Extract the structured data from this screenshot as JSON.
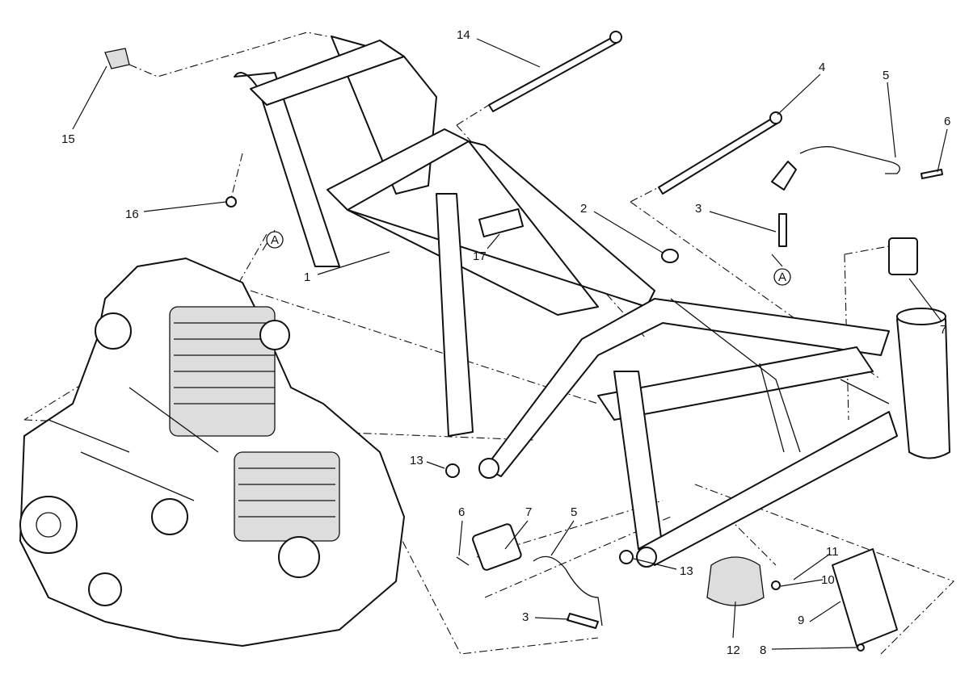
{
  "diagram": {
    "callouts": [
      "1",
      "2",
      "3",
      "4",
      "5",
      "6",
      "7",
      "8",
      "9",
      "10",
      "11",
      "12",
      "13",
      "14",
      "15",
      "16",
      "17",
      "A"
    ],
    "labels": {
      "frame": "1",
      "bush": "2",
      "spark_plug_top": "3",
      "spark_plug_bottom": "3",
      "long_bolt": "4",
      "cap_top": "5",
      "cap_bottom": "5",
      "screw_top": "6",
      "screw_bottom": "6",
      "coil_top": "7",
      "coil_bottom": "7",
      "screw_8": "8",
      "bracket": "9",
      "screw_10": "10",
      "washer": "11",
      "horn": "12",
      "nut_left": "13",
      "nut_right": "13",
      "bolt_14": "14",
      "plug_15": "15",
      "nut_16": "16",
      "plate_17": "17",
      "ref_a_left": "A",
      "ref_a_right": "A"
    }
  }
}
